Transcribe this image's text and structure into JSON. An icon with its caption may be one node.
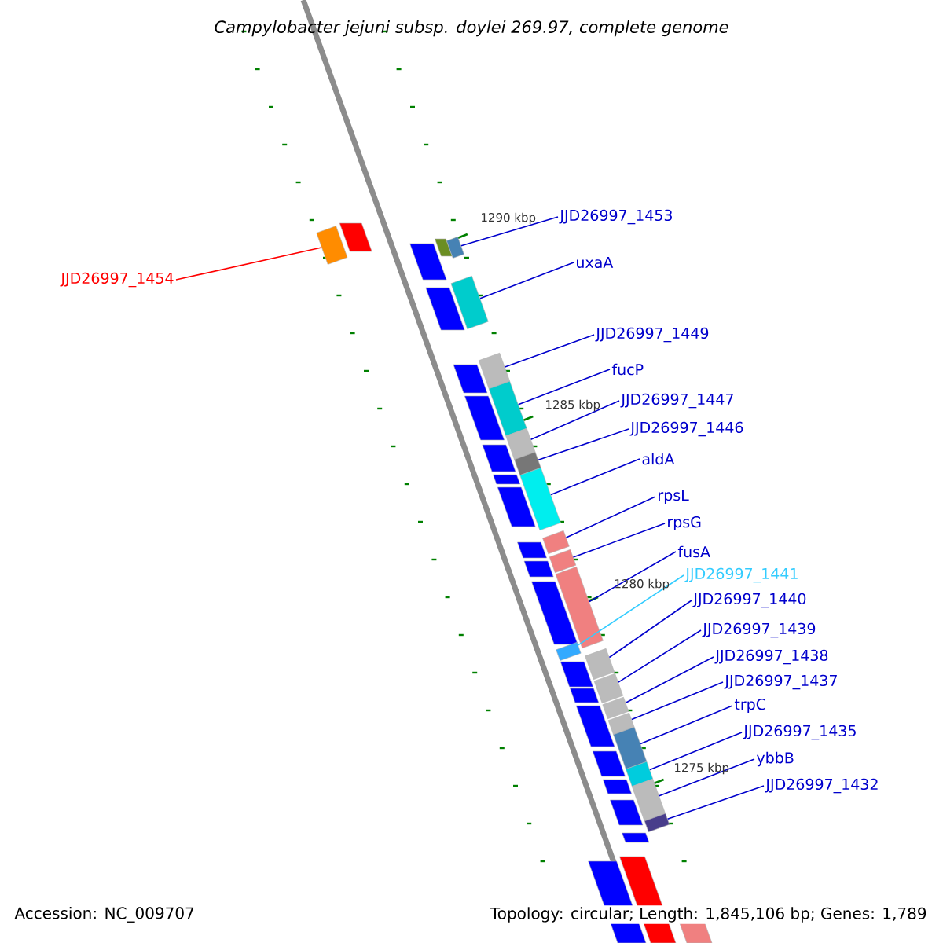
{
  "diagram": {
    "title": "Campylobacter jejuni subsp. doylei 269.97, complete genome",
    "nodes": [
      {
        "text": [
          "JJD26997_1454"
        ]
      },
      {
        "text": [
          "JJD26997_1453"
        ]
      },
      {
        "text": [
          "uxaA"
        ]
      },
      {
        "text": [
          "JJD26997_1449"
        ]
      },
      {
        "text": [
          "fucP"
        ]
      },
      {
        "text": [
          "JJD26997_1447"
        ]
      },
      {
        "text": [
          "JJD26997_1446"
        ]
      },
      {
        "text": [
          "aldA"
        ]
      },
      {
        "text": [
          "rpsL"
        ]
      },
      {
        "text": [
          "rpsG"
        ]
      },
      {
        "text": [
          "fusA"
        ]
      },
      {
        "text": [
          "JJD26997_1441"
        ]
      },
      {
        "text": [
          "JJD26997_1440"
        ]
      },
      {
        "text": [
          "JJD26997_1439"
        ]
      },
      {
        "text": [
          "JJD26997_1438"
        ]
      },
      {
        "text": [
          "JJD26997_1437"
        ]
      },
      {
        "text": [
          "trpC"
        ]
      },
      {
        "text": [
          "JJD26997_1435"
        ]
      },
      {
        "text": [
          "ybbB"
        ]
      },
      {
        "text": [
          "JJD26997_1432"
        ]
      },
      {
        "text": [],
        "shape": "bar"
      },
      {
        "text": [],
        "shape": "bar"
      },
      {
        "text": [],
        "shape": "bar"
      },
      {
        "text": [],
        "shape": "bar"
      },
      {
        "text": [],
        "shape": "bar"
      },
      {
        "text": [],
        "shape": "bar"
      },
      {
        "text": [],
        "shape": "bar"
      },
      {
        "text": [],
        "shape": "bar"
      },
      {
        "text": [],
        "shape": "bar"
      },
      {
        "text": [],
        "shape": "bar"
      },
      {
        "text": [],
        "shape": "bar"
      },
      {
        "text": [],
        "shape": "bar"
      },
      {
        "text": [],
        "shape": "bar"
      },
      {
        "text": [],
        "shape": "bar"
      },
      {
        "text": [],
        "shape": "bar"
      },
      {
        "text": [],
        "shape": "bar"
      },
      {
        "text": [],
        "shape": "bar"
      },
      {
        "text": [],
        "shape": "bar"
      },
      {
        "text": [],
        "shape": "bar"
      },
      {
        "text": [],
        "shape": "bar"
      }
    ],
    "edges": [
      {
        "from": 0,
        "to": 20,
        "arrow": "none",
        "color": "#ff0000"
      },
      {
        "from": 1,
        "to": 21,
        "arrow": "none"
      },
      {
        "from": 2,
        "to": 22,
        "arrow": "none"
      },
      {
        "from": 3,
        "to": 23,
        "arrow": "none"
      },
      {
        "from": 4,
        "to": 24,
        "arrow": "none"
      },
      {
        "from": 5,
        "to": 25,
        "arrow": "none"
      },
      {
        "from": 6,
        "to": 26,
        "arrow": "none"
      },
      {
        "from": 7,
        "to": 27,
        "arrow": "none"
      },
      {
        "from": 8,
        "to": 28,
        "arrow": "none"
      },
      {
        "from": 9,
        "to": 29,
        "arrow": "none"
      },
      {
        "from": 10,
        "to": 30,
        "arrow": "none"
      },
      {
        "from": 11,
        "to": 31,
        "arrow": "none",
        "color": "#33ccff"
      },
      {
        "from": 12,
        "to": 32,
        "arrow": "none"
      },
      {
        "from": 13,
        "to": 33,
        "arrow": "none"
      },
      {
        "from": 14,
        "to": 34,
        "arrow": "none"
      },
      {
        "from": 15,
        "to": 35,
        "arrow": "none"
      },
      {
        "from": 16,
        "to": 36,
        "arrow": "none"
      },
      {
        "from": 17,
        "to": 37,
        "arrow": "none"
      },
      {
        "from": 18,
        "to": 38,
        "arrow": "none"
      },
      {
        "from": 19,
        "to": 39,
        "arrow": "none"
      }
    ],
    "labels": [
      "1290 kbp",
      "1285 kbp",
      "1280 kbp",
      "1275 kbp",
      "Accession: NC_009707",
      "Topology: circular; Length: 1,845,106 bp; Genes: 1,789"
    ]
  }
}
